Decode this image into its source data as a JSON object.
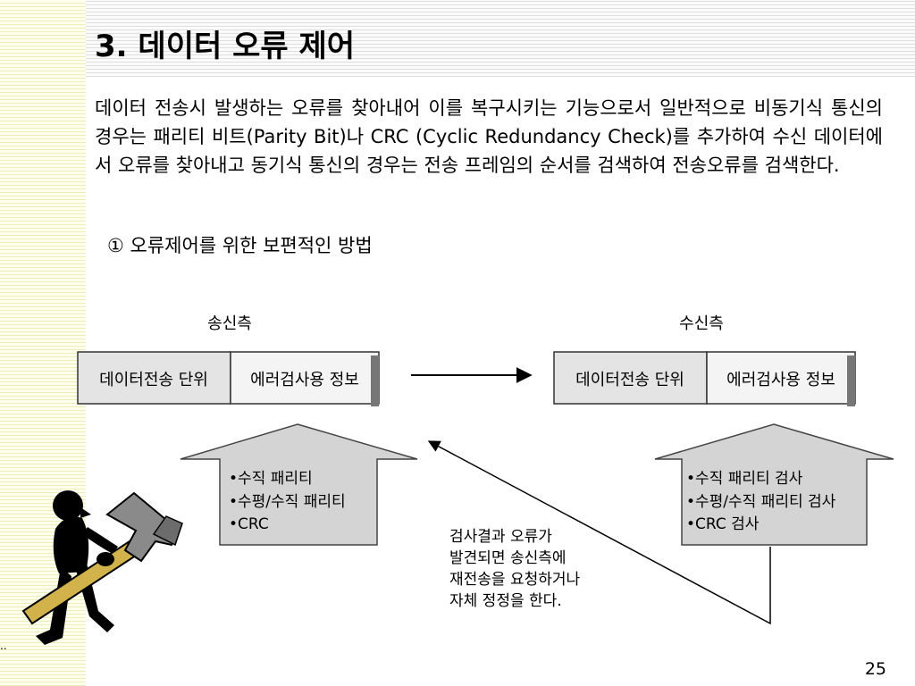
{
  "slide": {
    "title": "3. 데이터 오류 제어",
    "body": "데이터 전송시 발생하는 오류를 찾아내어 이를 복구시키는 기능으로서 일반적으로 비동기식 통신의 경우는 패리티 비트(Parity Bit)나 CRC (Cyclic Redundancy Check)를 추가하여 수신 데이터에서 오류를 찾아내고 동기식 통신의 경우는 전송 프레임의 순서를 검색하여 전송오류를 검색한다.",
    "sub_item": "① 오류제어를 위한 보편적인 방법",
    "page_number": "25",
    "bottom_marker": ".."
  },
  "diagram": {
    "sender": {
      "label": "송신측",
      "cell_data": "데이터전송 단위",
      "cell_error": "에러검사용 정보",
      "arrow_items": [
        "•수직 패리티",
        "•수평/수직 패리티",
        "•CRC"
      ]
    },
    "receiver": {
      "label": "수신측",
      "cell_data": "데이터전송 단위",
      "cell_error": "에러검사용 정보",
      "arrow_items": [
        "•수직 패리티 검사",
        "•수평/수직 패리티 검사",
        "•CRC 검사"
      ]
    },
    "note": [
      "검사결과 오류가",
      "발견되면 송신측에",
      "재전송을 요청하거나",
      "자체 정정을 한다."
    ]
  },
  "colors": {
    "cell_fill": "#e4e4e4",
    "arrow_fill": "#d4d4d4",
    "left_stripe": "#eeeeb4",
    "top_stripe": "#dedede"
  }
}
